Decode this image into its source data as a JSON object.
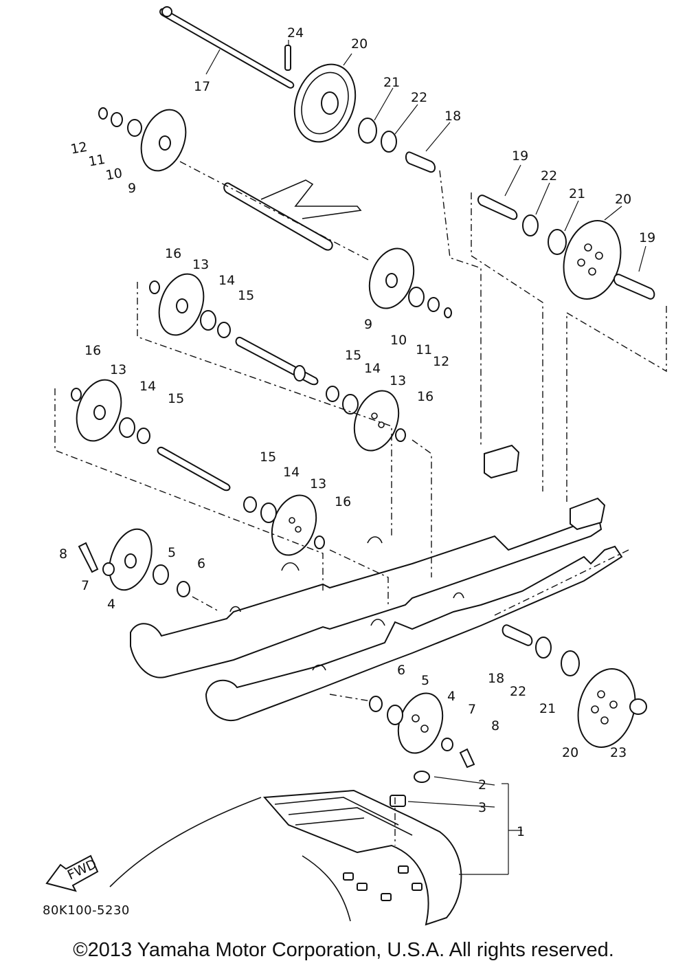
{
  "labels": {
    "p1": "1",
    "p2": "2",
    "p3": "3",
    "p4a": "4",
    "p4b": "4",
    "p5a": "5",
    "p5b": "5",
    "p6a": "6",
    "p6b": "6",
    "p7a": "7",
    "p7b": "7",
    "p8a": "8",
    "p8b": "8",
    "p9a": "9",
    "p9b": "9",
    "p10a": "10",
    "p10b": "10",
    "p11a": "11",
    "p11b": "11",
    "p12a": "12",
    "p12b": "12",
    "p13a": "13",
    "p13b": "13",
    "p13c": "13",
    "p13d": "13",
    "p14a": "14",
    "p14b": "14",
    "p14c": "14",
    "p14d": "14",
    "p15a": "15",
    "p15b": "15",
    "p15c": "15",
    "p15d": "15",
    "p16a": "16",
    "p16b": "16",
    "p16c": "16",
    "p16d": "16",
    "p17": "17",
    "p18a": "18",
    "p18b": "18",
    "p19a": "19",
    "p19b": "19",
    "p20a": "20",
    "p20b": "20",
    "p20c": "20",
    "p21a": "21",
    "p21b": "21",
    "p21c": "21",
    "p22a": "22",
    "p22b": "22",
    "p22c": "22",
    "p23": "23",
    "p24": "24"
  },
  "fwd_badge": "FWD",
  "catalog_code": "80K100-5230",
  "copyright": "©2013 Yamaha Motor Corporation, U.S.A. All rights reserved."
}
